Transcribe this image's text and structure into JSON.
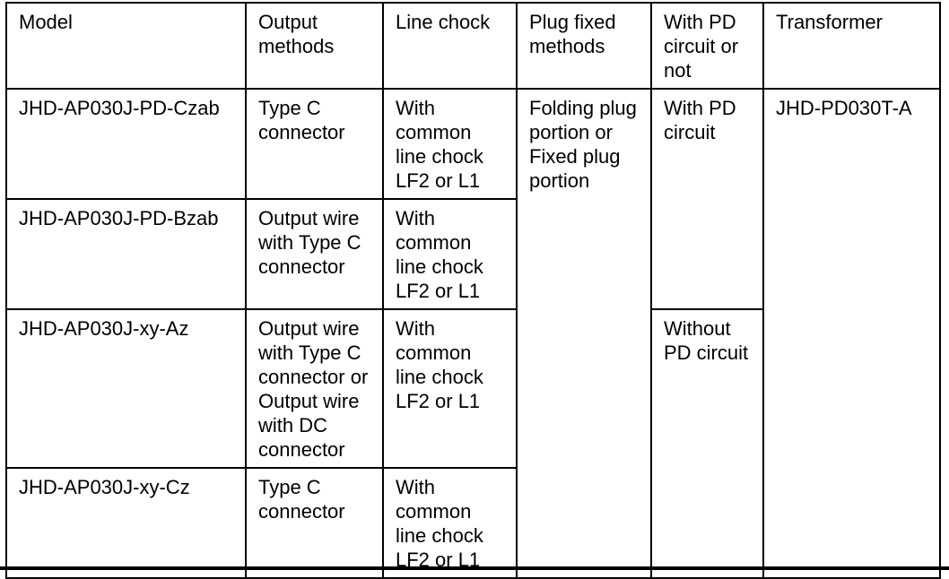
{
  "colors": {
    "background": "#ffffff",
    "table_border": "#000000",
    "text": "#000000",
    "bottom_rule": "#000000"
  },
  "table": {
    "headers": [
      "Model",
      "Output\nmethods",
      "Line chock",
      "Plug fixed\nmethods",
      "With PD\ncircuit or\nnot",
      "Transformer"
    ],
    "rows": [
      {
        "model": "JHD-AP030J-PD-Czab",
        "output_methods": "Type C\nconnector",
        "line_chock": "With\ncommon\nline chock\nLF2 or L1",
        "plug_fixed_methods": "Folding plug\nportion or\nFixed plug\nportion",
        "pd_circuit": "With PD\ncircuit",
        "transformer": "JHD-PD030T-A"
      },
      {
        "model": "JHD-AP030J-PD-Bzab",
        "output_methods": "Output wire\nwith Type C\nconnector",
        "line_chock": "With\ncommon\nline chock\nLF2 or L1"
      },
      {
        "model": "JHD-AP030J-xy-Az",
        "output_methods": "Output wire\nwith Type C\nconnector or\nOutput wire\nwith DC\nconnector",
        "line_chock": "With\ncommon\nline chock\nLF2 or L1",
        "pd_circuit": "Without\nPD circuit"
      },
      {
        "model": "JHD-AP030J-xy-Cz",
        "output_methods": "Type C\nconnector",
        "line_chock": "With\ncommon\nline chock\nLF2 or L1"
      }
    ]
  }
}
